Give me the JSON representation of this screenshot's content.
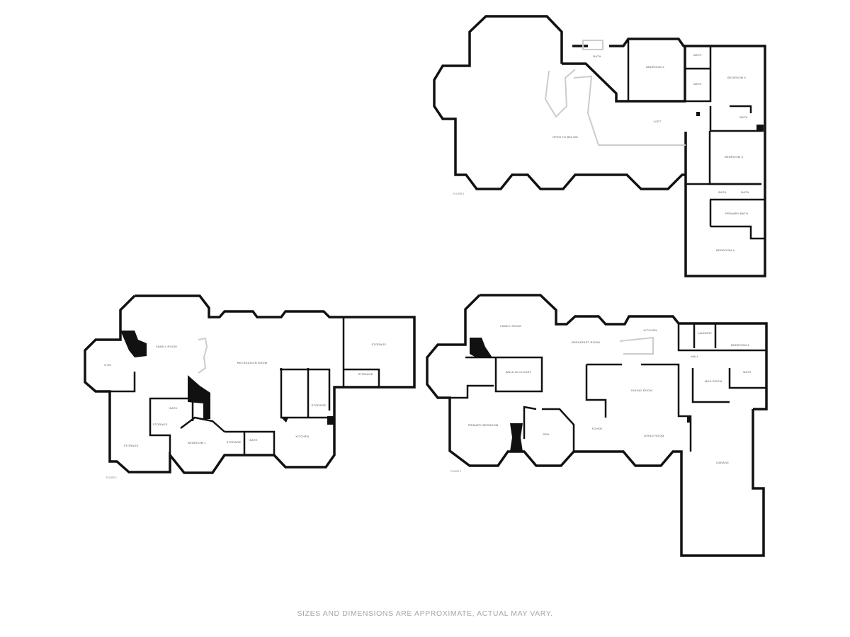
{
  "floors": [
    {
      "label": "FLOOR 1",
      "rooms": [
        "FAMILY ROOM",
        "RECREATION ROOM",
        "GYM",
        "STORAGE",
        "STORAGE",
        "BATH",
        "STORAGE",
        "BEDROOM 1",
        "STORAGE",
        "BATH",
        "KITCHEN",
        "STORAGE",
        "STORAGE"
      ]
    },
    {
      "label": "FLOOR 2",
      "rooms": [
        "FAMILY ROOM",
        "BREAKFAST ROOM",
        "KITCHEN",
        "WALK-IN CLOSET",
        "PRIMARY BEDROOM",
        "DEN",
        "FOYER",
        "DINING ROOM",
        "LIVING ROOM",
        "LAUNDRY",
        "BEDROOM 5",
        "HALL",
        "MUD ROOM",
        "BATH",
        "GARAGE"
      ]
    },
    {
      "label": "FLOOR 3",
      "rooms": [
        "OPEN TO BELOW",
        "BATH",
        "BEDROOM 2",
        "BATH",
        "BATH",
        "BEDROOM 4",
        "LOFT",
        "BATH",
        "BEDROOM 3",
        "BATH",
        "BATH",
        "PRIMARY BATH",
        "BEDROOM 6"
      ]
    }
  ],
  "footer": "SIZES AND DIMENSIONS ARE APPROXIMATE, ACTUAL MAY VARY."
}
